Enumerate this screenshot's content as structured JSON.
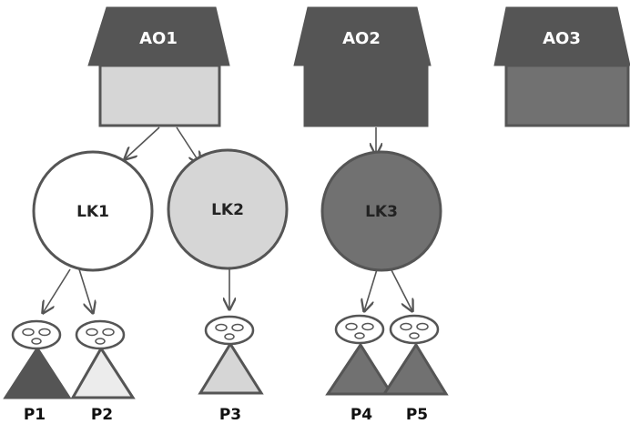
{
  "houses": [
    {
      "label": "AO1",
      "roof_color": "#555555",
      "body_color": "#d6d6d6"
    },
    {
      "label": "AO2",
      "roof_color": "#555555",
      "body_color": "#555555"
    },
    {
      "label": "AO3",
      "roof_color": "#555555",
      "body_color": "#717171"
    }
  ],
  "circles": [
    {
      "label": "LK1",
      "fill": "#ffffff"
    },
    {
      "label": "LK2",
      "fill": "#d6d6d6"
    },
    {
      "label": "LK3",
      "fill": "#717171"
    }
  ],
  "persons": [
    {
      "label": "P1",
      "body_color": "#555555"
    },
    {
      "label": "P2",
      "body_color": "#ececec"
    },
    {
      "label": "P3",
      "body_color": "#d6d6d6"
    },
    {
      "label": "P4",
      "body_color": "#717171"
    },
    {
      "label": "P5",
      "body_color": "#717171"
    }
  ],
  "edges": [
    {
      "from": "AO1",
      "to": "LK1"
    },
    {
      "from": "AO1",
      "to": "LK2"
    },
    {
      "from": "AO2",
      "to": "LK3"
    },
    {
      "from": "LK1",
      "to": "P1"
    },
    {
      "from": "LK1",
      "to": "P2"
    },
    {
      "from": "LK2",
      "to": "P3"
    },
    {
      "from": "LK3",
      "to": "P4"
    },
    {
      "from": "LK3",
      "to": "P5"
    }
  ],
  "colors": {
    "outline": "#555555",
    "face_fill": "#ffffff"
  }
}
